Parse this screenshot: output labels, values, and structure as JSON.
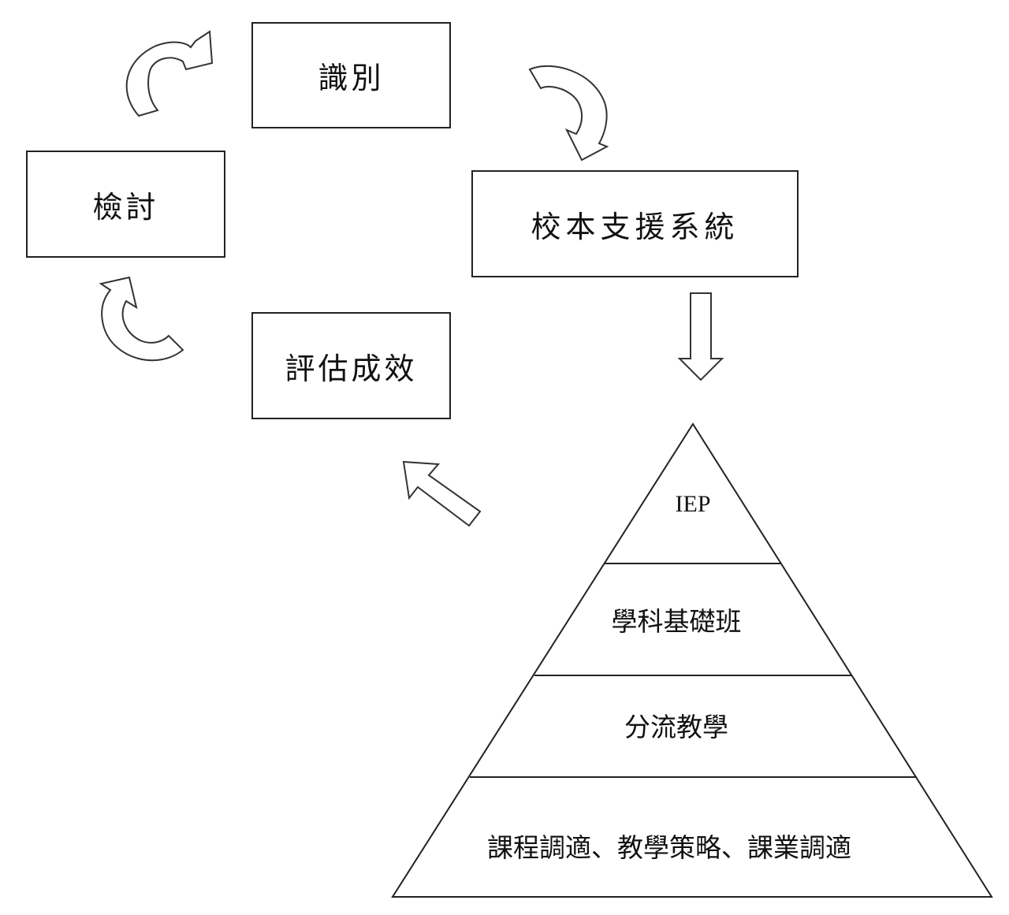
{
  "cycle": {
    "identify": "識別",
    "support": "校本支援系統",
    "evaluate": "評估成效",
    "review": "檢討"
  },
  "pyramid": {
    "tiers": [
      "IEP",
      "學科基礎班",
      "分流教學",
      "課程調適、教學策略、課業調適"
    ]
  }
}
